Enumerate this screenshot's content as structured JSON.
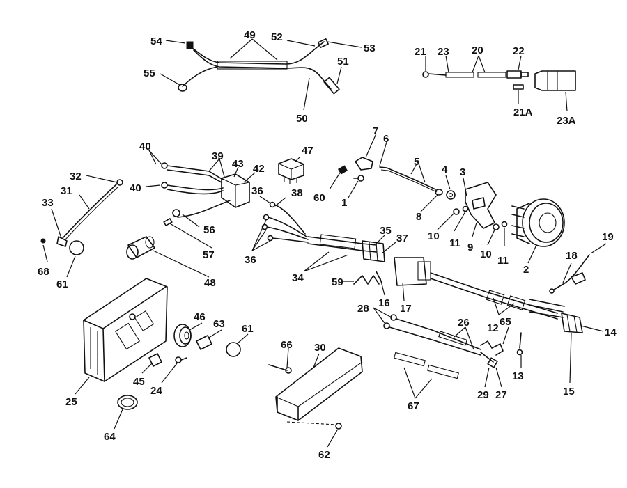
{
  "diagram": {
    "labels": [
      {
        "id": "l54",
        "text": "54"
      },
      {
        "id": "l49",
        "text": "49"
      },
      {
        "id": "l52",
        "text": "52"
      },
      {
        "id": "l53",
        "text": "53"
      },
      {
        "id": "l51",
        "text": "51"
      },
      {
        "id": "l55",
        "text": "55"
      },
      {
        "id": "l50",
        "text": "50"
      },
      {
        "id": "l21",
        "text": "21"
      },
      {
        "id": "l23",
        "text": "23"
      },
      {
        "id": "l20",
        "text": "20"
      },
      {
        "id": "l22",
        "text": "22"
      },
      {
        "id": "l21A",
        "text": "21A"
      },
      {
        "id": "l23A",
        "text": "23A"
      },
      {
        "id": "l7",
        "text": "7"
      },
      {
        "id": "l6",
        "text": "6"
      },
      {
        "id": "l47",
        "text": "47"
      },
      {
        "id": "l40a",
        "text": "40"
      },
      {
        "id": "l39",
        "text": "39"
      },
      {
        "id": "l43",
        "text": "43"
      },
      {
        "id": "l42",
        "text": "42"
      },
      {
        "id": "l32",
        "text": "32"
      },
      {
        "id": "l31",
        "text": "31"
      },
      {
        "id": "l40b",
        "text": "40"
      },
      {
        "id": "l36a",
        "text": "36"
      },
      {
        "id": "l38",
        "text": "38"
      },
      {
        "id": "l60",
        "text": "60"
      },
      {
        "id": "l1",
        "text": "1"
      },
      {
        "id": "l5",
        "text": "5"
      },
      {
        "id": "l4",
        "text": "4"
      },
      {
        "id": "l3",
        "text": "3"
      },
      {
        "id": "l33",
        "text": "33"
      },
      {
        "id": "l56",
        "text": "56"
      },
      {
        "id": "l8",
        "text": "8"
      },
      {
        "id": "l35",
        "text": "35"
      },
      {
        "id": "l37",
        "text": "37"
      },
      {
        "id": "l10a",
        "text": "10"
      },
      {
        "id": "l11a",
        "text": "11"
      },
      {
        "id": "l9",
        "text": "9"
      },
      {
        "id": "l10b",
        "text": "10"
      },
      {
        "id": "l11b",
        "text": "11"
      },
      {
        "id": "l68",
        "text": "68"
      },
      {
        "id": "l61a",
        "text": "61"
      },
      {
        "id": "l57",
        "text": "57"
      },
      {
        "id": "l36b",
        "text": "36"
      },
      {
        "id": "l2",
        "text": "2"
      },
      {
        "id": "l19",
        "text": "19"
      },
      {
        "id": "l18",
        "text": "18"
      },
      {
        "id": "l48",
        "text": "48"
      },
      {
        "id": "l34",
        "text": "34"
      },
      {
        "id": "l59",
        "text": "59"
      },
      {
        "id": "l16",
        "text": "16"
      },
      {
        "id": "l17",
        "text": "17"
      },
      {
        "id": "l28",
        "text": "28"
      },
      {
        "id": "l26",
        "text": "26"
      },
      {
        "id": "l46",
        "text": "46"
      },
      {
        "id": "l63",
        "text": "63"
      },
      {
        "id": "l61b",
        "text": "61"
      },
      {
        "id": "l12",
        "text": "12"
      },
      {
        "id": "l65",
        "text": "65"
      },
      {
        "id": "l14",
        "text": "14"
      },
      {
        "id": "l66",
        "text": "66"
      },
      {
        "id": "l30",
        "text": "30"
      },
      {
        "id": "l45",
        "text": "45"
      },
      {
        "id": "l24",
        "text": "24"
      },
      {
        "id": "l13",
        "text": "13"
      },
      {
        "id": "l15",
        "text": "15"
      },
      {
        "id": "l25",
        "text": "25"
      },
      {
        "id": "l29",
        "text": "29"
      },
      {
        "id": "l27",
        "text": "27"
      },
      {
        "id": "l67",
        "text": "67"
      },
      {
        "id": "l64",
        "text": "64"
      },
      {
        "id": "l62",
        "text": "62"
      }
    ]
  }
}
